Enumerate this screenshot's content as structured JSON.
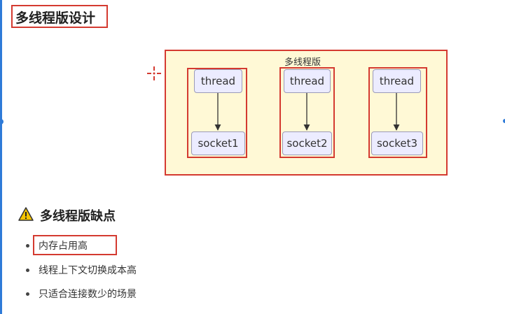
{
  "heading": "多线程版设计",
  "diagram": {
    "group_label": "多线程版",
    "columns": [
      {
        "thread": "thread",
        "socket": "socket1"
      },
      {
        "thread": "thread",
        "socket": "socket2"
      },
      {
        "thread": "thread",
        "socket": "socket3"
      }
    ]
  },
  "drawbacks": {
    "title": "多线程版缺点",
    "icon": "warning-icon",
    "items": [
      "内存占用高",
      "线程上下文切换成本高",
      "只适合连接数少的场景"
    ]
  },
  "colors": {
    "annotation": "#d43a30",
    "group_fill": "#fff9d6",
    "node_fill": "#ececff",
    "node_border": "#9a9ab8",
    "warning": "#f5c400"
  }
}
